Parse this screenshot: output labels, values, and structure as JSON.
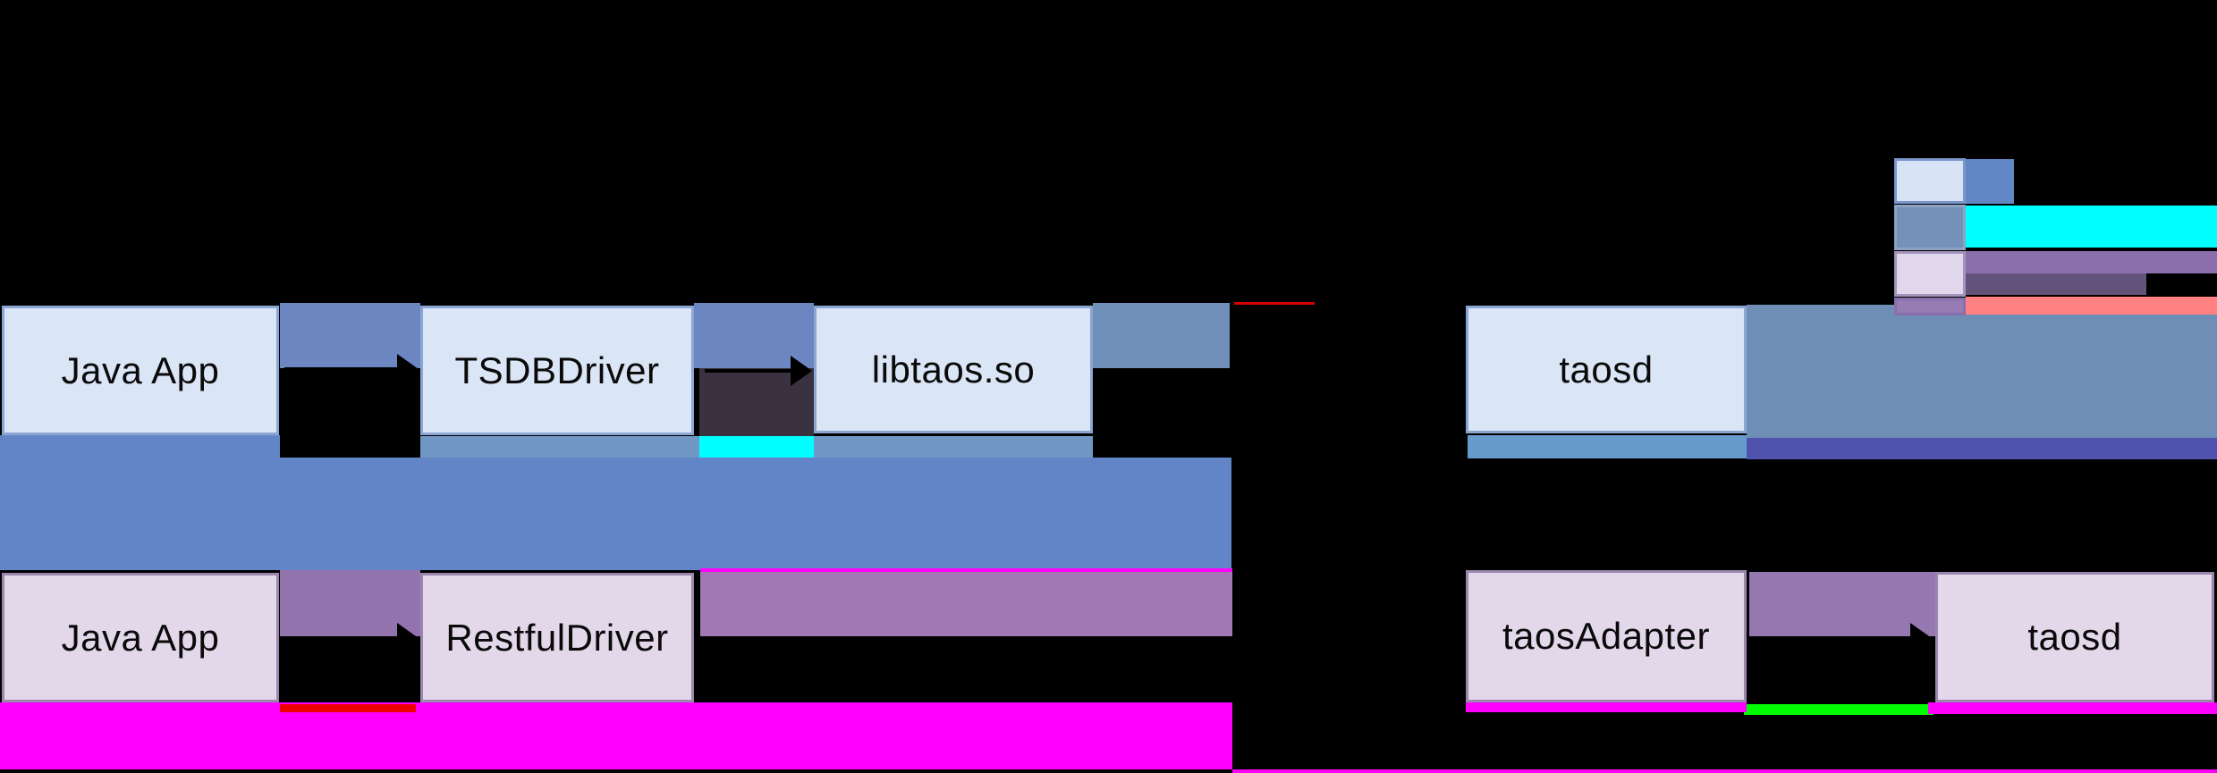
{
  "nodes": {
    "jni_java_app": {
      "label": "Java App"
    },
    "tsdb_driver": {
      "label": "TSDBDriver"
    },
    "libtaos": {
      "label": "libtaos.so"
    },
    "taosd_jni": {
      "label": "taosd"
    },
    "rest_java_app": {
      "label": "Java App"
    },
    "restful_driver": {
      "label": "RestfulDriver"
    },
    "taos_adapter": {
      "label": "taosAdapter"
    },
    "taosd_rest": {
      "label": "taosd"
    }
  },
  "colors": {
    "background": "#000000",
    "box_blue_fill": "#dae5f6",
    "box_blue_border": "#8ba6d2",
    "box_lavender_fill": "#e2d8ea",
    "box_lavender_border": "#9b86ad",
    "connector_blue": "#6b86c1",
    "steel_band": "#7090ba",
    "taosd_band": "#6e8eb5",
    "network_band_blue": "#6285c8",
    "strip_steel": "#7197c5",
    "strip_under_taosd": "#689bcd",
    "strip_indigo": "#5053ae",
    "purple_connector": "#9273ad",
    "purple_band_wide": "#a078b4",
    "purple_connector_right": "#9678b0",
    "dark_patch": "#3a3240",
    "highlight_cyan": "#00ffff",
    "highlight_magenta": "#ff00ff",
    "highlight_red": "#ee0000",
    "highlight_green": "#00fe00",
    "top_red_line": "#d40000",
    "arrow_black": "#000000"
  },
  "legend": {
    "rows": [
      {
        "swatch_fill": "#d9e3f6",
        "swatch_border": "#7a96cc",
        "bar1": "#6287c5"
      },
      {
        "swatch_fill": "#7492b8",
        "swatch_border": "#8ea2c4",
        "bar1": "#00ffff"
      },
      {
        "swatch_fill": "#e1d7ec",
        "swatch_border": "#a393bb",
        "bar1": "#8b70ad",
        "bar2": "#63527a"
      },
      {
        "swatch_fill": "#967cb2",
        "swatch_border": "#8a6fae",
        "bar1": "#ff8181"
      }
    ]
  }
}
